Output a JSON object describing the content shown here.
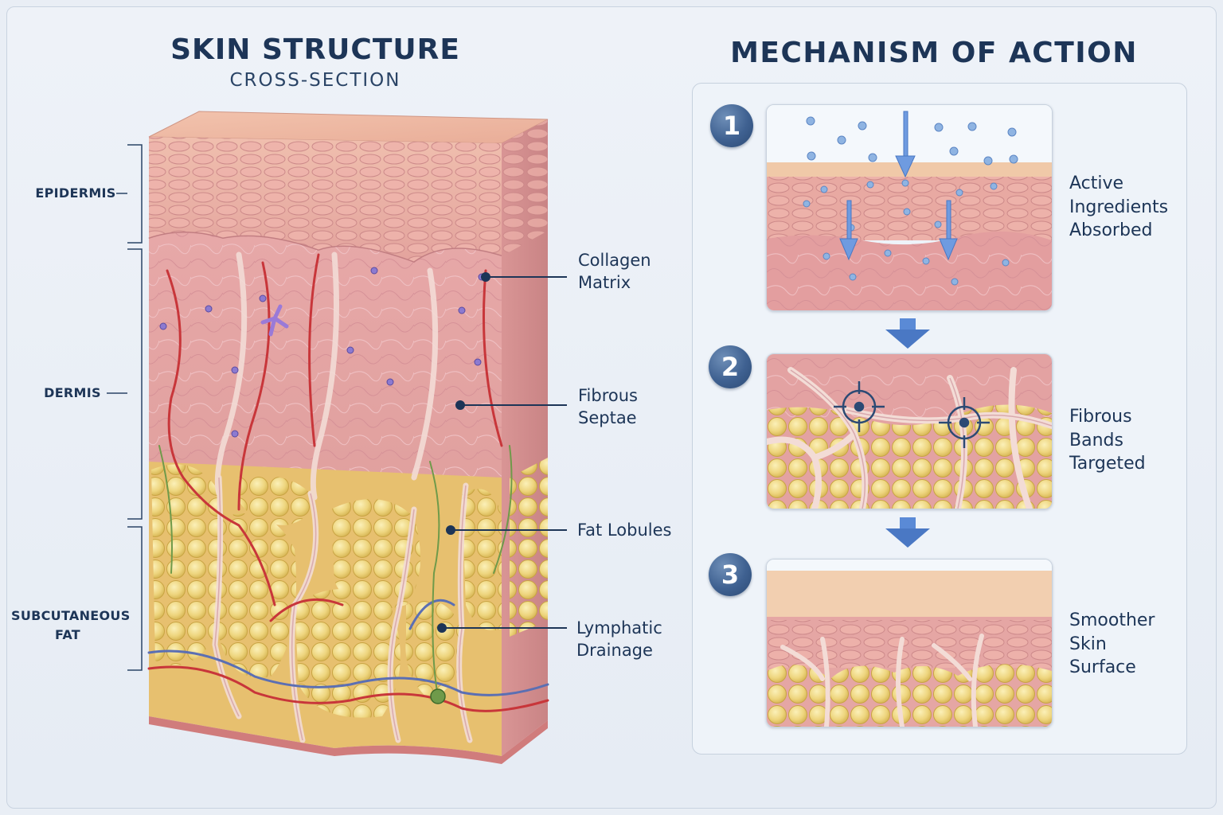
{
  "left": {
    "title": "SKIN STRUCTURE",
    "subtitle": "CROSS-SECTION",
    "layers": {
      "epidermis": "EPIDERMIS",
      "dermis": "DERMIS",
      "subcutaneous_line1": "SUBCUTANEOUS",
      "subcutaneous_line2": "FAT"
    },
    "callouts": {
      "collagen_line1": "Collagen",
      "collagen_line2": "Matrix",
      "fibrous_line1": "Fibrous",
      "fibrous_line2": "Septae",
      "fat": "Fat Lobules",
      "lymph_line1": "Lymphatic",
      "lymph_line2": "Drainage"
    }
  },
  "right": {
    "title": "MECHANISM OF ACTION",
    "steps": [
      {
        "number": "1",
        "line1": "Active",
        "line2": "Ingredients",
        "line3": "Absorbed"
      },
      {
        "number": "2",
        "line1": "Fibrous",
        "line2": "Bands",
        "line3": "Targeted"
      },
      {
        "number": "3",
        "line1": "Smoother",
        "line2": "Skin",
        "line3": "Surface"
      }
    ]
  },
  "colors": {
    "title": "#1d3557",
    "epidermis": "#e8a79a",
    "dermis": "#e3a1a3",
    "fat": "#e6cf6e",
    "vessel_red": "#c8363a",
    "vessel_blue": "#5b6fb3",
    "accent_blue": "#4a78c4"
  }
}
